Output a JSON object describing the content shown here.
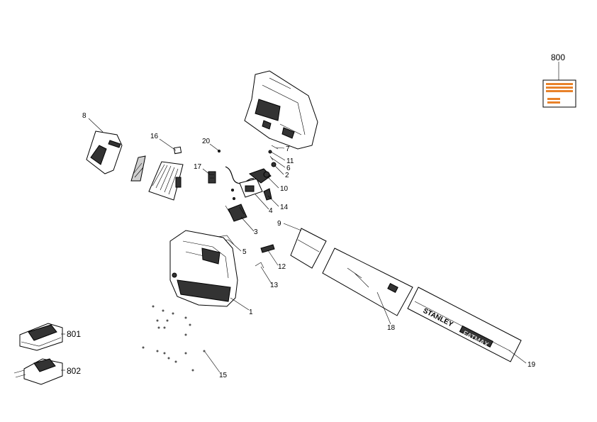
{
  "parts": [
    {
      "id": "1",
      "label": "1"
    },
    {
      "id": "2",
      "label": "2"
    },
    {
      "id": "3",
      "label": "3"
    },
    {
      "id": "4",
      "label": "4"
    },
    {
      "id": "5",
      "label": "5"
    },
    {
      "id": "6",
      "label": "6"
    },
    {
      "id": "7",
      "label": "7"
    },
    {
      "id": "8",
      "label": "8"
    },
    {
      "id": "9",
      "label": "9"
    },
    {
      "id": "10",
      "label": "10"
    },
    {
      "id": "11",
      "label": "11"
    },
    {
      "id": "12",
      "label": "12"
    },
    {
      "id": "13",
      "label": "13"
    },
    {
      "id": "14",
      "label": "14"
    },
    {
      "id": "15",
      "label": "15"
    },
    {
      "id": "16",
      "label": "16"
    },
    {
      "id": "17",
      "label": "17"
    },
    {
      "id": "18",
      "label": "18"
    },
    {
      "id": "19",
      "label": "19"
    },
    {
      "id": "20",
      "label": "20"
    },
    {
      "id": "800",
      "label": "800"
    },
    {
      "id": "801",
      "label": "801"
    },
    {
      "id": "802",
      "label": "802"
    }
  ],
  "tube_brand_text": "STANLEY",
  "tube_model_text": "FATMAX",
  "colors": {
    "label_accent": "#e8822a",
    "line": "#000000",
    "background": "#ffffff"
  }
}
